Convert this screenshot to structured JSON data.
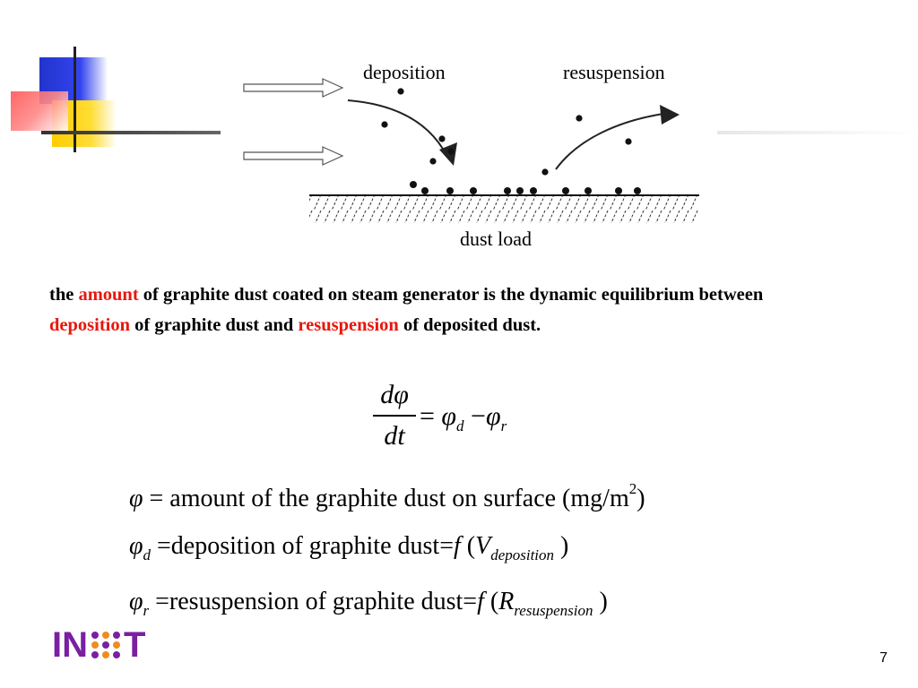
{
  "diagram": {
    "label_deposition": "deposition",
    "label_resuspension": "resuspension",
    "label_dust_load": "dust load"
  },
  "paragraph": {
    "p1": "the ",
    "p2": "amount",
    "p3": " of graphite dust coated on steam generator is the dynamic equilibrium between ",
    "p4": "deposition",
    "p5": " of graphite dust and ",
    "p6": "resuspension",
    "p7": " of deposited dust."
  },
  "equation": {
    "numerator": "dφ",
    "denominator": "dt",
    "equals": "=",
    "phi": "φ",
    "sub_d": "d",
    "minus": "−",
    "sub_r": "r"
  },
  "definitions": {
    "d1_phi": "φ",
    "d1_eq": " = ",
    "d1_text": "amount of the graphite dust on surface (mg/m",
    "d1_sup": "2",
    "d1_close": ")",
    "d2_phi": "φ",
    "d2_sub": "d",
    "d2_text": " =deposition of graphite dust=",
    "d2_f": "f",
    "d2_open": " (",
    "d2_var": "V",
    "d2_varsub": "deposition",
    "d2_close": " )",
    "d3_phi": "φ",
    "d3_sub": "r",
    "d3_text": " =resuspension of graphite dust=",
    "d3_f": "f",
    "d3_open": " (",
    "d3_var": "R",
    "d3_varsub": "resuspension",
    "d3_close": " )"
  },
  "logo": {
    "left": "IN",
    "right": "T"
  },
  "page_number": "7"
}
